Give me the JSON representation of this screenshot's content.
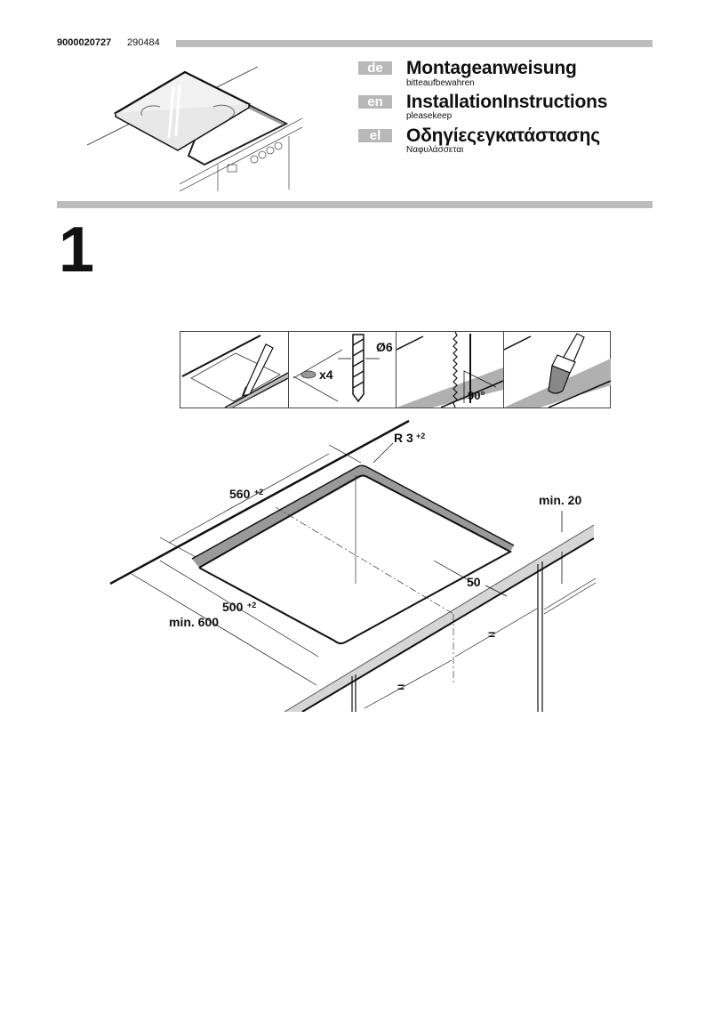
{
  "header": {
    "doc_number": "9000020727",
    "doc_code": "290484"
  },
  "languages": [
    {
      "code": "de",
      "title": "Montageanweisung",
      "subtitle": "bitteaufbewahren"
    },
    {
      "code": "en",
      "title": "InstallationInstructions",
      "subtitle": "pleasekeep"
    },
    {
      "code": "el",
      "title": "Οδηγίεςεγκατάστασης",
      "subtitle": "Ναφυλάσσεται"
    }
  ],
  "step": {
    "number": "1",
    "tool_panels": {
      "drill_count": "x4",
      "drill_diameter": "Ø6",
      "saw_angle": "90°"
    },
    "dimensions": {
      "corner_radius": "R 3",
      "corner_radius_tol": "+2",
      "cutout_width": "560",
      "cutout_width_tol": "+2",
      "cutout_depth": "500",
      "cutout_depth_tol": "+2",
      "min_worktop_depth": "min. 600",
      "min_worktop_thickness": "min. 20",
      "front_distance": "50",
      "equal_left": "=",
      "equal_right": "="
    }
  },
  "colors": {
    "bar_gray": "#bdbdbd",
    "lang_badge_gray": "#b8b8b8",
    "worktop_gray": "#d6d6d6",
    "cutout_edge_gray": "#9a9a9a"
  }
}
